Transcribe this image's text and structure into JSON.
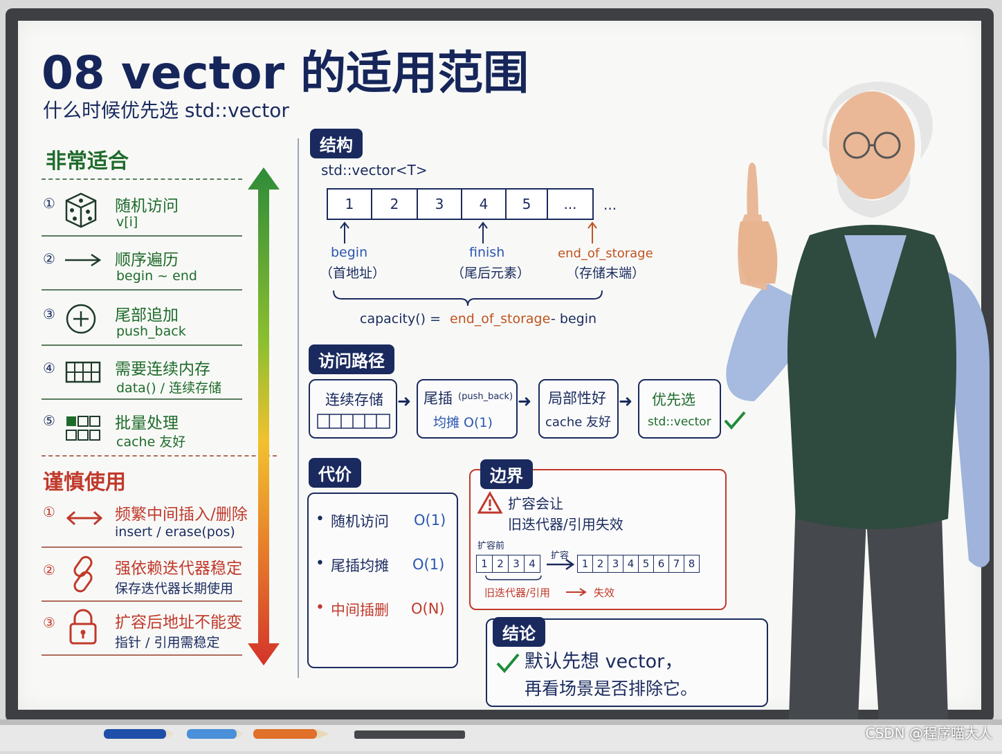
{
  "title": "08 vector 的适用范围",
  "subtitle": "什么时候优先选 std::vector",
  "suitable": {
    "heading": "非常适合",
    "items": [
      {
        "num": "①",
        "title": "随机访问",
        "sub": "v[i]",
        "icon": "dice-icon"
      },
      {
        "num": "②",
        "title": "顺序遍历",
        "sub": "begin ~ end",
        "icon": "arrow-right-icon"
      },
      {
        "num": "③",
        "title": "尾部追加",
        "sub": "push_back",
        "icon": "plus-circle-icon"
      },
      {
        "num": "④",
        "title": "需要连续内存",
        "sub": "data() / 连续存储",
        "icon": "grid-icon"
      },
      {
        "num": "⑤",
        "title": "批量处理",
        "sub": "cache 友好",
        "icon": "blocks-icon"
      }
    ]
  },
  "caution": {
    "heading": "谨慎使用",
    "items": [
      {
        "num": "①",
        "title": "频繁中间插入/删除",
        "sub": "insert / erase(pos)",
        "icon": "double-arrow-icon"
      },
      {
        "num": "②",
        "title": "强依赖迭代器稳定",
        "sub": "保存迭代器长期使用",
        "icon": "chain-link-icon"
      },
      {
        "num": "③",
        "title": "扩容后地址不能变",
        "sub": "指针 / 引用需稳定",
        "icon": "lock-icon"
      }
    ]
  },
  "structure": {
    "tag": "结构",
    "type_label": "std::vector<T>",
    "cells": [
      "1",
      "2",
      "3",
      "4",
      "5",
      "..."
    ],
    "trailing": "...",
    "pointers": [
      {
        "name": "begin",
        "desc": "（首地址）"
      },
      {
        "name": "finish",
        "desc": "（尾后元素）"
      },
      {
        "name": "end_of_storage",
        "desc": "（存储末端）"
      }
    ],
    "formula_a": "capacity() =",
    "formula_b": "end_of_storage",
    "formula_c": "- begin"
  },
  "access_path": {
    "tag": "访问路径",
    "steps": [
      {
        "title": "连续存储",
        "sub": ""
      },
      {
        "title": "尾插",
        "title_small": "(push_back)",
        "sub": "均摊 O(1)"
      },
      {
        "title": "局部性好",
        "sub": "cache 友好"
      },
      {
        "title": "优先选",
        "sub": "std::vector"
      }
    ]
  },
  "cost": {
    "tag": "代价",
    "rows": [
      {
        "label": "随机访问",
        "value": "O(1)"
      },
      {
        "label": "尾插均摊",
        "value": "O(1)"
      },
      {
        "label": "中间插删",
        "value": "O(N)"
      }
    ]
  },
  "boundary": {
    "tag": "边界",
    "warn_line1": "扩容会让",
    "warn_line2": "旧迭代器/引用失效",
    "before_label": "扩容前",
    "grow_label": "扩容",
    "before_cells": [
      "1",
      "2",
      "3",
      "4"
    ],
    "after_cells": [
      "1",
      "2",
      "3",
      "4",
      "5",
      "6",
      "7",
      "8"
    ],
    "invalid_a": "旧迭代器/引用",
    "invalid_b": "失效"
  },
  "conclusion": {
    "tag": "结论",
    "line1": "默认先想 vector，",
    "line2": "再看场景是否排除它。"
  },
  "watermark": "CSDN @程序喵大人",
  "colors": {
    "navy": "#1a2a5e",
    "green": "#1f6b2b",
    "red": "#c0392b",
    "orange": "#c0521f",
    "blue": "#2a56b0"
  }
}
